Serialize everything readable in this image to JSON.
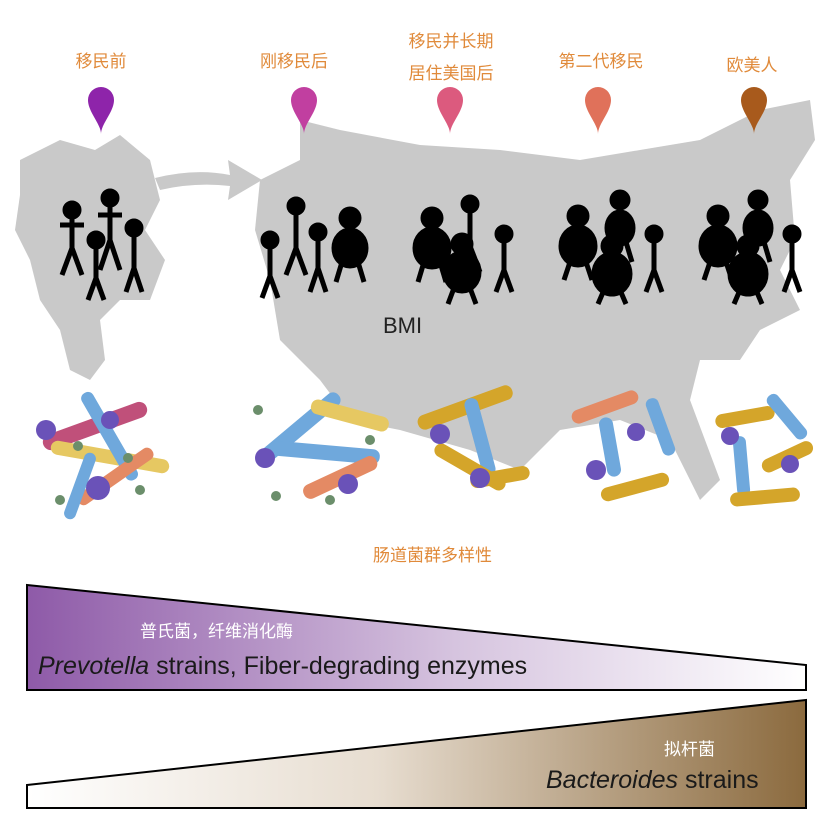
{
  "stages": [
    {
      "label": "移民前",
      "pin_color": "#8e24aa"
    },
    {
      "label": "刚移民后",
      "pin_color": "#c13fa0"
    },
    {
      "label": "移民并长期\n居住美国后",
      "pin_color": "#dc5a7e"
    },
    {
      "label": "第二代移民",
      "pin_color": "#e0715a"
    },
    {
      "label": "欧美人",
      "pin_color": "#a85a1c"
    }
  ],
  "bmi_label": "BMI",
  "diversity_label": "肠道菌群多样性",
  "prevotella": {
    "label_cn": "普氏菌，纤维消化酶",
    "label_en_italic": "Prevotella",
    "label_en_rest": " strains, Fiber-degrading enzymes",
    "color": "#8e5aa8"
  },
  "bacteroides": {
    "label_cn": "拟杆菌",
    "label_en_italic": "Bacteroides",
    "label_en_rest": " strains",
    "color": "#8b6a3e"
  },
  "icons": [
    "map-pin-icon",
    "arrow-right-icon",
    "person-icon",
    "bacteria-icon",
    "us-map",
    "thailand-map"
  ]
}
